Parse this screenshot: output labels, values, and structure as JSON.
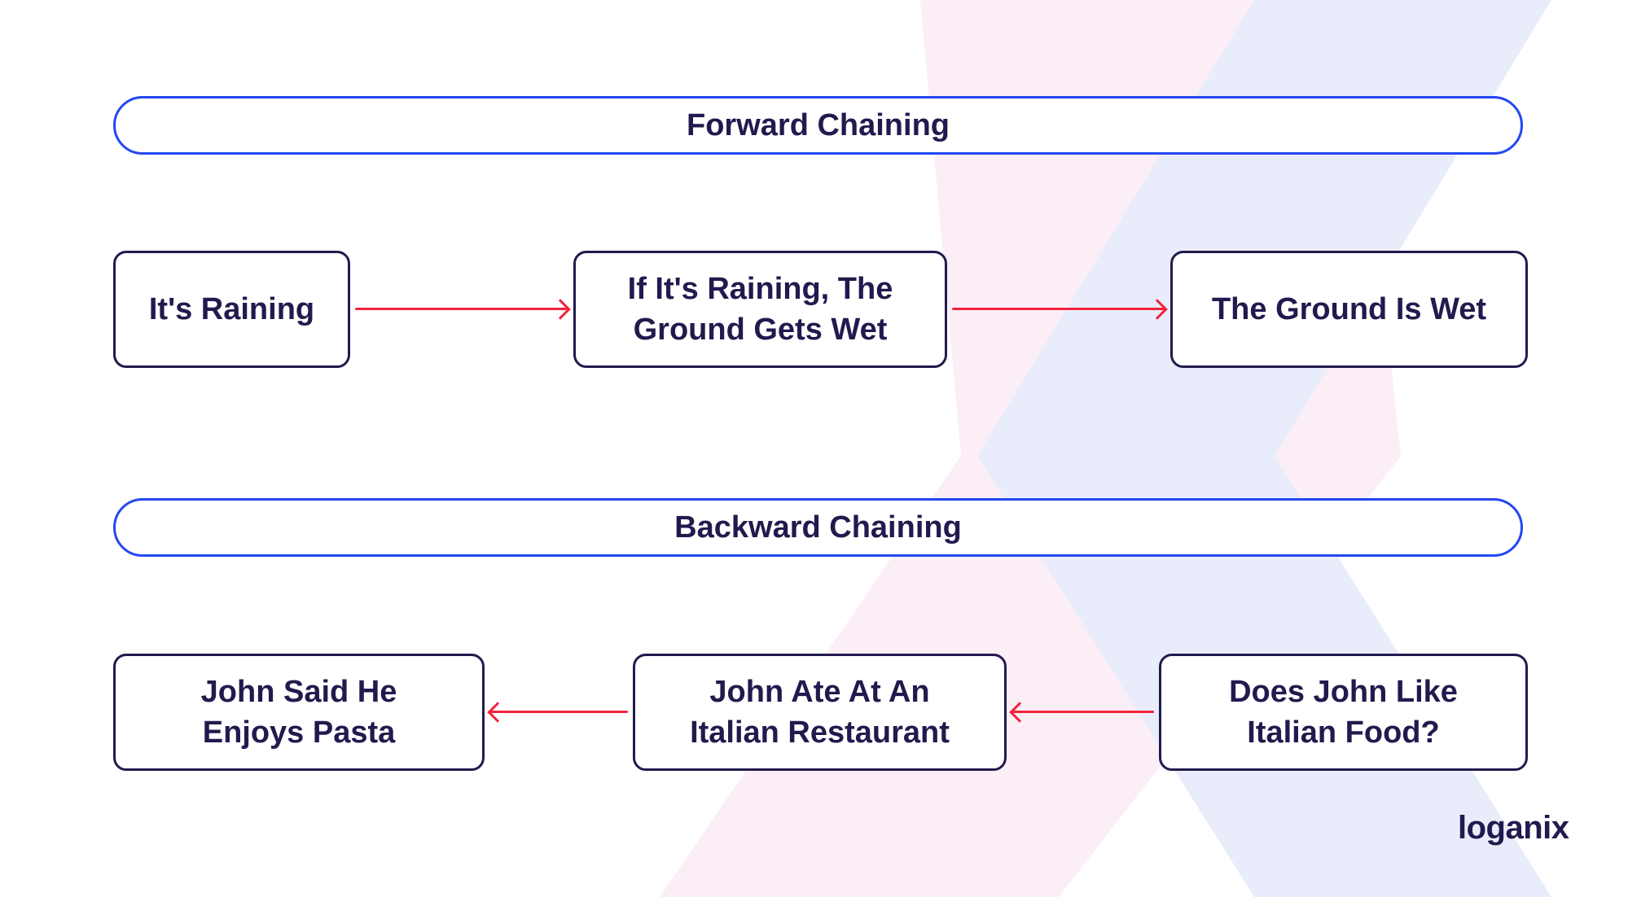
{
  "colors": {
    "navy_text": "#221a4e",
    "pill_border_blue": "#2447f4",
    "arrow_red": "#f3233c",
    "watermark_pink": "#fbeef6",
    "watermark_lavender": "#e9edfb",
    "background": "#ffffff"
  },
  "forward": {
    "header": "Forward Chaining",
    "direction": "right",
    "boxes": [
      {
        "lines": [
          "It's Raining"
        ]
      },
      {
        "lines": [
          "If It's Raining, The",
          "Ground Gets Wet"
        ]
      },
      {
        "lines": [
          "The Ground Is Wet"
        ]
      }
    ]
  },
  "backward": {
    "header": "Backward Chaining",
    "direction": "left",
    "boxes": [
      {
        "lines": [
          "John Said He",
          "Enjoys Pasta"
        ]
      },
      {
        "lines": [
          "John Ate At An",
          "Italian Restaurant"
        ]
      },
      {
        "lines": [
          "Does John Like",
          "Italian Food?"
        ]
      }
    ]
  },
  "logo": {
    "text": "loganix"
  }
}
